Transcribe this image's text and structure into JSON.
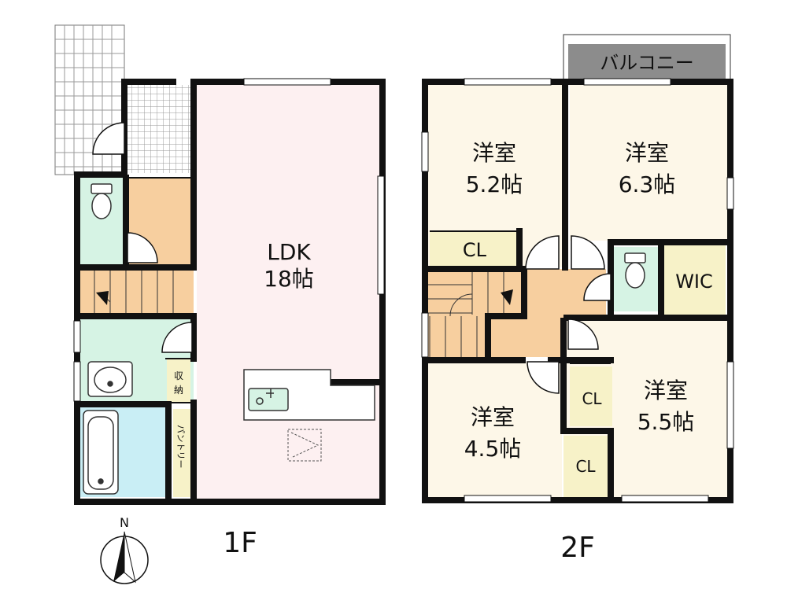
{
  "floor1": {
    "label": "1F",
    "ldk": {
      "name": "LDK",
      "size": "18帖"
    },
    "storage": {
      "line1": "収",
      "line2": "納"
    },
    "pantry": "パントリー"
  },
  "floor2": {
    "label": "2F",
    "balcony": "バルコニー",
    "room_nw": {
      "name": "洋室",
      "size": "5.2帖"
    },
    "room_ne": {
      "name": "洋室",
      "size": "6.3帖"
    },
    "room_sw": {
      "name": "洋室",
      "size": "4.5帖"
    },
    "room_se": {
      "name": "洋室",
      "size": "5.5帖"
    },
    "closet_nw": "CL",
    "closet_mid": "CL",
    "closet_low": "CL",
    "wic": "WIC"
  },
  "compass": {
    "north": "N"
  },
  "colors": {
    "wall": "#111111",
    "ldk": "#fdf0f1",
    "bedroom": "#fdf7e8",
    "closet": "#f7f2c8",
    "wet_area": "#d6f3e4",
    "bath": "#c9eef5",
    "stairs_hall": "#f7cf9f",
    "balcony": "#8c8c8c"
  }
}
